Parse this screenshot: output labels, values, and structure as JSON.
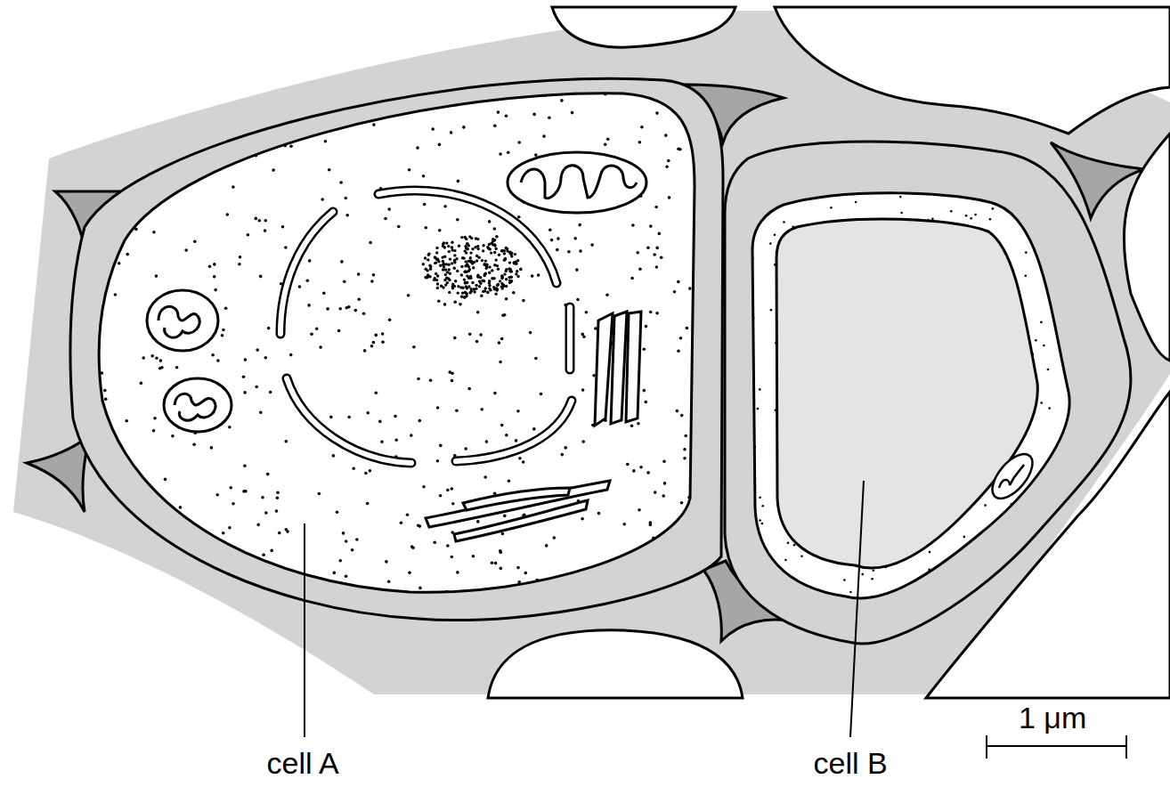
{
  "diagram": {
    "labels": [
      "cell A",
      "cell B",
      "1 μm"
    ]
  }
}
